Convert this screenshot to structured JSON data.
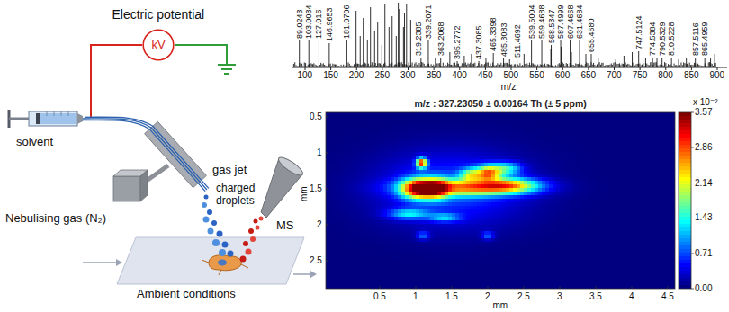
{
  "diagram": {
    "nodes": [
      {
        "text": [
          "kV"
        ]
      }
    ],
    "labels": [
      "Electric potential",
      "solvent",
      "Nebulising gas (N₂)",
      "gas jet",
      "charged droplets",
      "MS",
      "Ambient conditions",
      "89.0243",
      "103.0034",
      "127.016",
      "146.9653",
      "181.0706",
      "319.2385",
      "339.2071",
      "363.2068",
      "395.2772",
      "437.3085",
      "465.3398",
      "485.3083",
      "511.4692",
      "539.5004",
      "559.4688",
      "568.5347",
      "587.4999",
      "607.4668",
      "631.4684",
      "655.4680",
      "747.5124",
      "774.5384",
      "790.5329",
      "810.5228",
      "857.5116",
      "865.4959",
      "100",
      "150",
      "200",
      "250",
      "300",
      "350",
      "400",
      "450",
      "500",
      "550",
      "600",
      "650",
      "700",
      "750",
      "800",
      "850",
      "900",
      "m/z",
      "m/z : 327.23050 ± 0.00164 Th (± 5 ppm)",
      "0.5",
      "1",
      "1.5",
      "2",
      "2.5",
      "mm",
      "0.5",
      "1",
      "1.5",
      "2",
      "2.5",
      "3",
      "3.5",
      "4",
      "4.5",
      "mm",
      "x 10⁻²",
      "3.57",
      "2.86",
      "2.14",
      "1.43",
      "0.71",
      "0.00"
    ]
  }
}
